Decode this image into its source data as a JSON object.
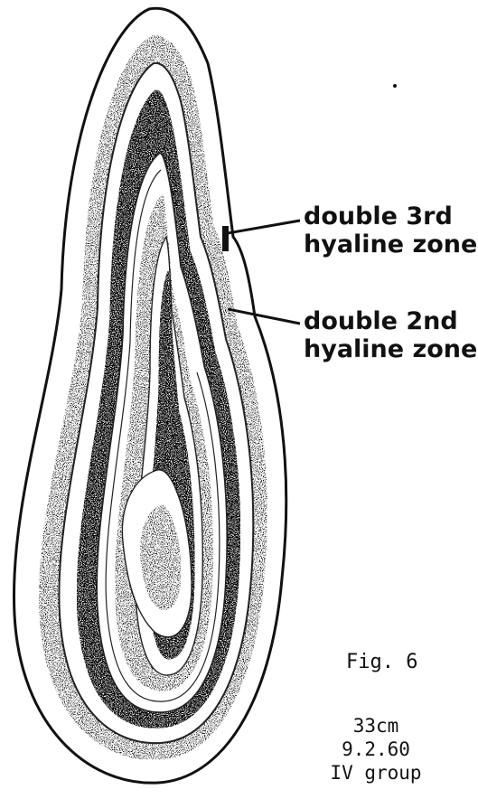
{
  "annotations": [
    {
      "line1": "double 3rd",
      "line2": "hyaline zone"
    },
    {
      "line1": "double 2nd",
      "line2": "hyaline zone"
    }
  ],
  "caption": {
    "figure": "Fig. 6",
    "length": "33cm",
    "date": "9.2.60",
    "group": "IV group"
  },
  "colors": {
    "ink": "#111111",
    "background": "#ffffff"
  }
}
